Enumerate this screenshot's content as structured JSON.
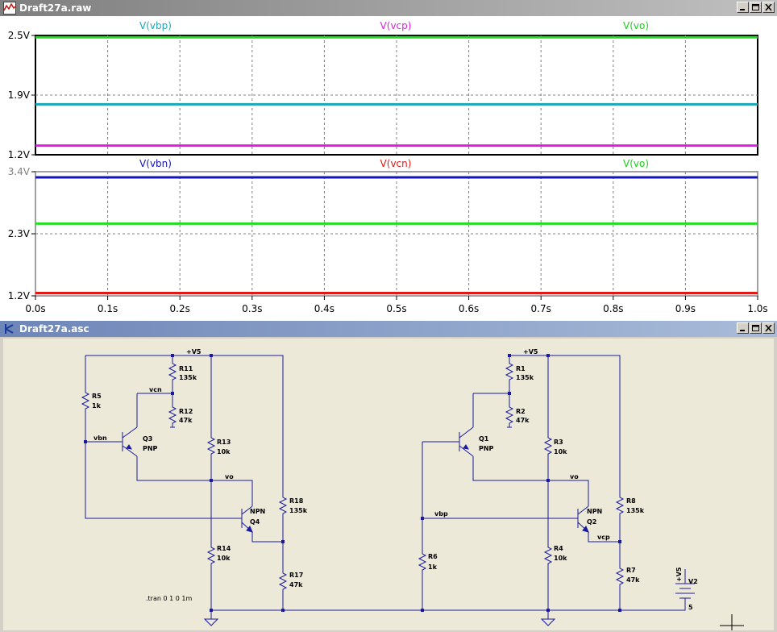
{
  "wave_window": {
    "title": "Draft27a.raw",
    "pane_top": {
      "traces": [
        {
          "label": "V(vbp)",
          "color": "#1aa8b8",
          "value": 1.75
        },
        {
          "label": "V(vcp)",
          "color": "#e020e0",
          "value": 1.3
        },
        {
          "label": "V(vo)",
          "color": "#22dd22",
          "value": 2.48
        }
      ],
      "y_ticks": [
        "2.5V",
        "1.9V",
        "1.2V"
      ],
      "ylim": [
        1.2,
        2.5
      ]
    },
    "pane_bottom": {
      "traces": [
        {
          "label": "V(vbn)",
          "color": "#1414b4",
          "value": 3.3
        },
        {
          "label": "V(vcn)",
          "color": "#e01818",
          "value": 1.25
        },
        {
          "label": "V(vo)",
          "color": "#22dd22",
          "value": 2.48
        }
      ],
      "y_ticks": [
        "3.4V",
        "2.3V",
        "1.2V"
      ],
      "ylim": [
        1.2,
        3.4
      ]
    },
    "x_ticks": [
      "0.0s",
      "0.1s",
      "0.2s",
      "0.3s",
      "0.4s",
      "0.5s",
      "0.6s",
      "0.7s",
      "0.8s",
      "0.9s",
      "1.0s"
    ]
  },
  "schematic_window": {
    "title": "Draft27a.asc",
    "labels": {
      "vplus_left": "+V5",
      "vplus_right": "+V5",
      "R11": "R11",
      "R11v": "135k",
      "R12": "R12",
      "R12v": "47k",
      "R5": "R5",
      "R5v": "1k",
      "R13": "R13",
      "R13v": "10k",
      "R14": "R14",
      "R14v": "10k",
      "R18": "R18",
      "R18v": "135k",
      "R17": "R17",
      "R17v": "47k",
      "Q3": "Q3",
      "Q3t": "PNP",
      "Q4": "Q4",
      "Q4t": "NPN",
      "vcn": "vcn",
      "vbn": "vbn",
      "vo_left": "vo",
      "R1": "R1",
      "R1v": "135k",
      "R2": "R2",
      "R2v": "47k",
      "R3": "R3",
      "R3v": "10k",
      "R4": "R4",
      "R4v": "10k",
      "R6": "R6",
      "R6v": "1k",
      "R8": "R8",
      "R8v": "135k",
      "R7": "R7",
      "R7v": "47k",
      "Q1": "Q1",
      "Q1t": "PNP",
      "Q2": "Q2",
      "Q2t": "NPN",
      "vbp": "vbp",
      "vcp": "vcp",
      "vo_right": "vo",
      "V2": "V2",
      "V2v": "5",
      "V2src": "+V5",
      "tran": ".tran 0 1 0 1m"
    }
  }
}
